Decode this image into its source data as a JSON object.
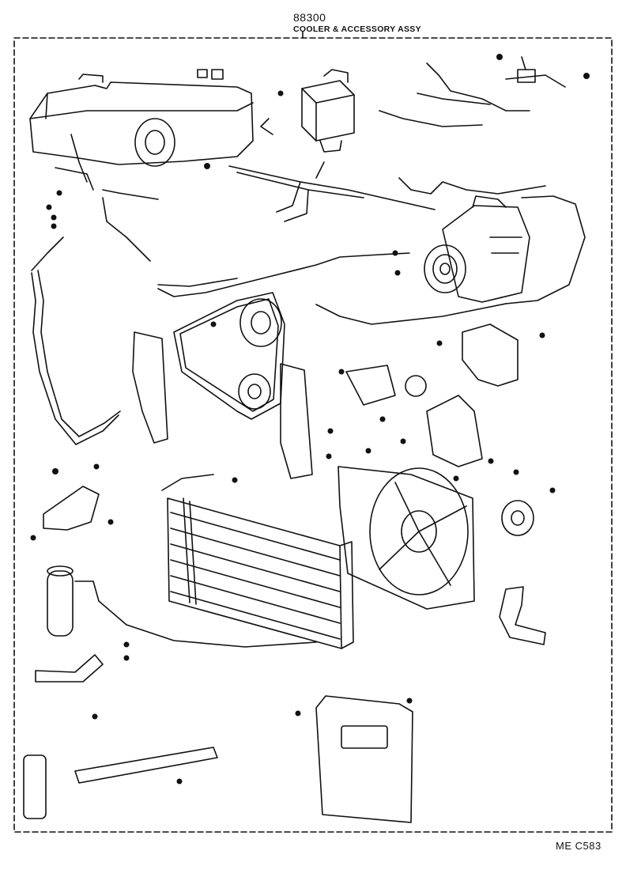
{
  "header": {
    "part_number": "88300",
    "title": "COOLER & ACCESSORY ASSY"
  },
  "footer": {
    "code": "ME  C583"
  },
  "colors": {
    "ink": "#111111",
    "paper": "#ffffff"
  }
}
